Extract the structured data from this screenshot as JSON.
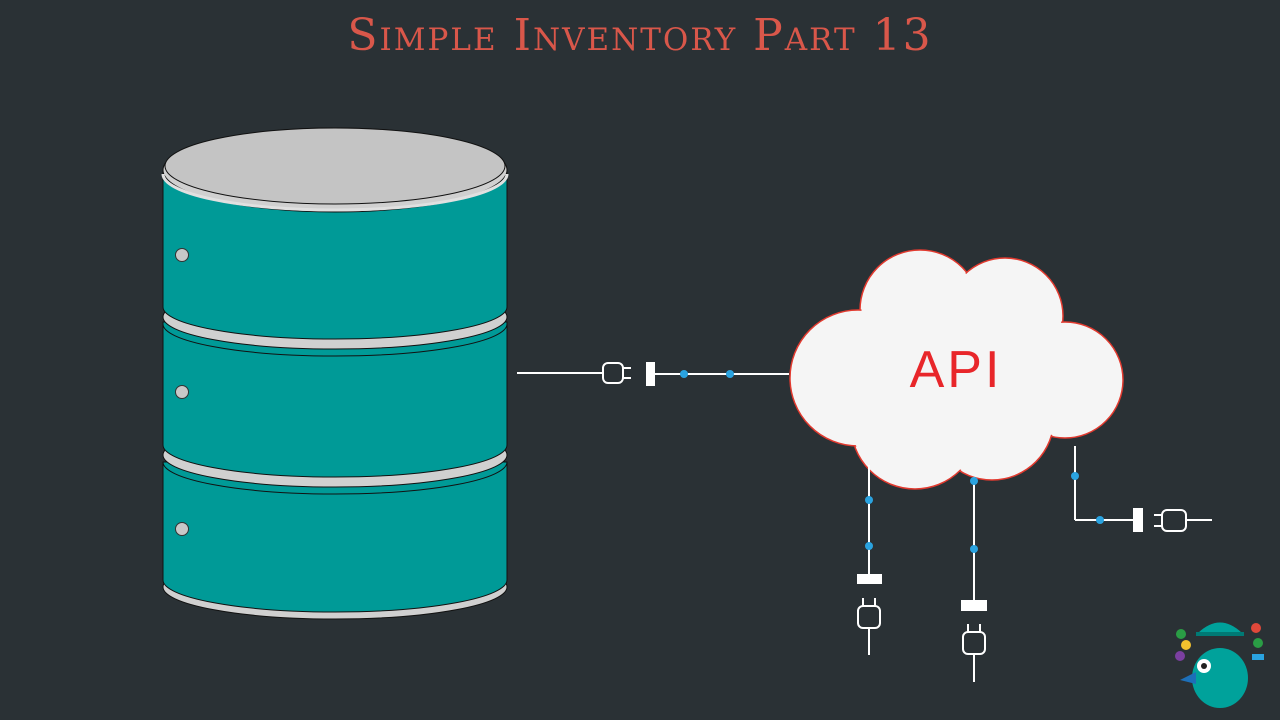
{
  "title": "Simple Inventory Part 13",
  "cloud": {
    "label": "API"
  },
  "colors": {
    "background": "#2a3135",
    "title": "#d9574a",
    "database_body": "#009a97",
    "database_top": "#c8c8c8",
    "cloud_fill": "#f5f5f5",
    "cloud_stroke": "#e23a2f",
    "api_text": "#e8262a",
    "wire": "#ffffff",
    "connector_dot": "#2aa3e0"
  },
  "logo": {
    "icon": "bird-mascot-logo"
  }
}
